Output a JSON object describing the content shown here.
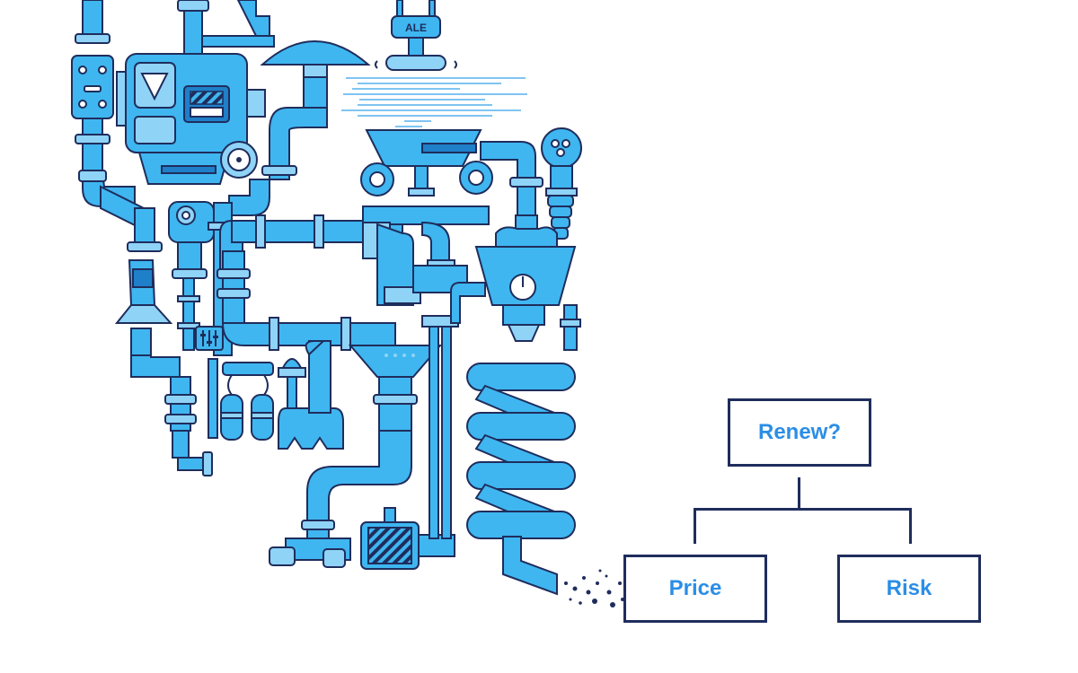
{
  "machine": {
    "badge_label": "ALE",
    "colors": {
      "pipe": "#3fb6f0",
      "pipe_light": "#8fd3f7",
      "pipe_dark": "#1f7fc9",
      "outline": "#1f2d5c",
      "code_text": "#3b8fd9"
    },
    "icons": [
      "valve-icon",
      "gauge-icon",
      "slider-control-icon",
      "dial-icon",
      "striped-vent-icon"
    ]
  },
  "tree": {
    "root_label": "Renew?",
    "children": [
      {
        "label": "Price"
      },
      {
        "label": "Risk"
      }
    ],
    "colors": {
      "border": "#1f2d5c",
      "text": "#2b8ee6"
    }
  }
}
